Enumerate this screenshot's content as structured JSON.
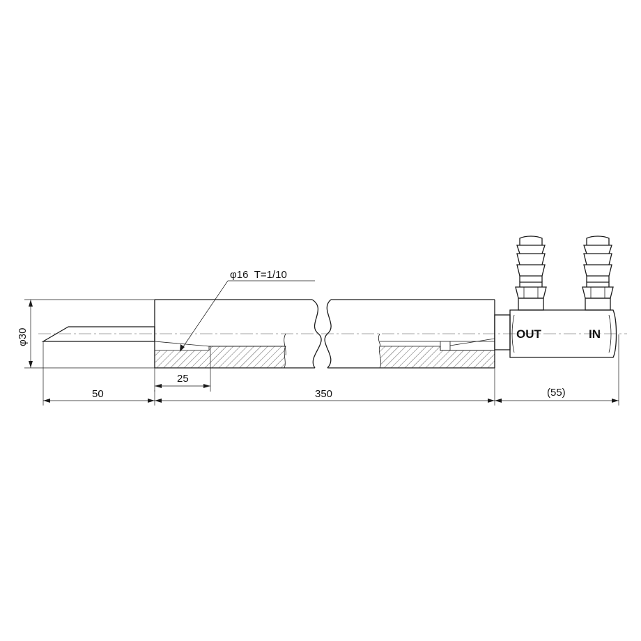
{
  "dimensions": {
    "tip_length": "50",
    "body_length": "350",
    "connector_length": "(55)",
    "taper_length": "25",
    "diameter": "φ30",
    "bore_spec": "φ16  T=1/10"
  },
  "ports": {
    "outlet_label": "OUT",
    "inlet_label": "IN"
  }
}
